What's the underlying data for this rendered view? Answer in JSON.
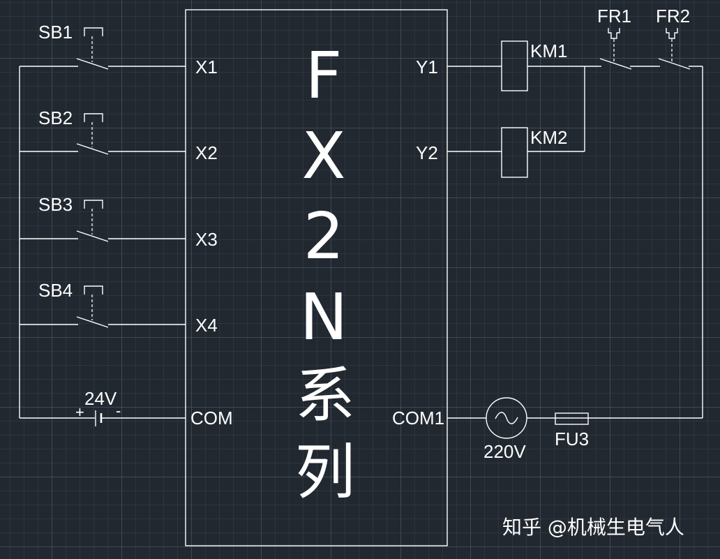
{
  "plc": {
    "series_chars": [
      "F",
      "X",
      "2",
      "N",
      "系",
      "列"
    ],
    "inputs": [
      "X1",
      "X2",
      "X3",
      "X4"
    ],
    "com": "COM",
    "outputs": [
      "Y1",
      "Y2"
    ],
    "com1": "COM1"
  },
  "switches": [
    "SB1",
    "SB2",
    "SB3",
    "SB4"
  ],
  "power": {
    "dc_label": "24V",
    "plus": "+",
    "minus": "-",
    "ac_label": "220V"
  },
  "coils": [
    "KM1",
    "KM2"
  ],
  "overloads": [
    "FR1",
    "FR2"
  ],
  "fuse": "FU3",
  "watermark": "知乎 @机械生电气人",
  "colors": {
    "background": "#212830",
    "line": "#ffffff"
  }
}
